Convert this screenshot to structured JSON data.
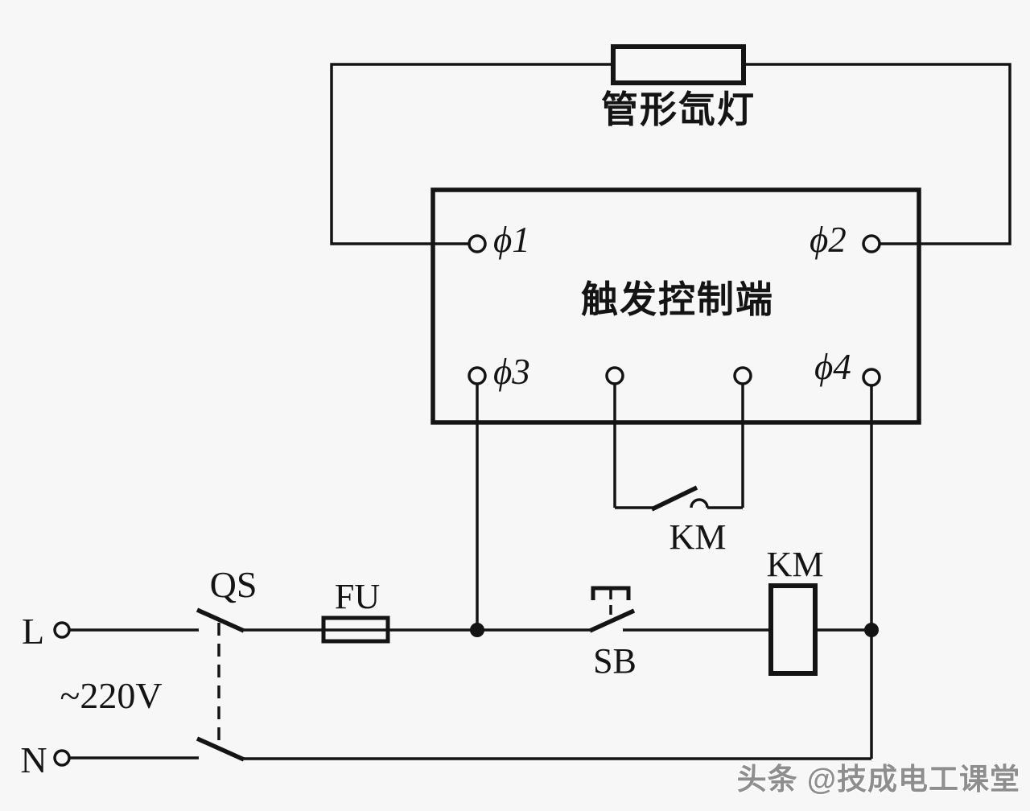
{
  "diagram": {
    "lamp": {
      "label": "管形氙灯"
    },
    "control_box": {
      "title": "触发控制端",
      "terminal_1": "ϕ1",
      "terminal_2": "ϕ2",
      "terminal_3": "ϕ3",
      "terminal_4": "ϕ4"
    },
    "power": {
      "line_label": "L",
      "neutral_label": "N",
      "voltage": "~220V"
    },
    "components": {
      "disconnect_switch": "QS",
      "fuse": "FU",
      "push_button": "SB",
      "contactor_contact": "KM",
      "contactor_coil": "KM"
    },
    "watermark": "头条 @技成电工课堂"
  },
  "colors": {
    "line": "#141414",
    "background": "#f7f7f7",
    "watermark_text": "#8e8e8e"
  }
}
